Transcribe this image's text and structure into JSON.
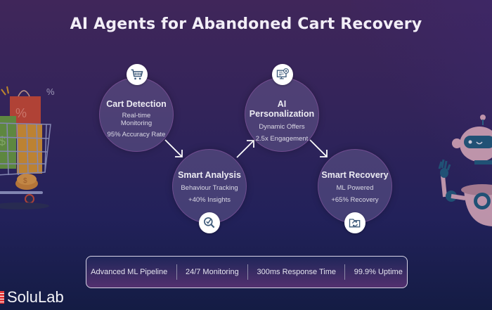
{
  "title": "AI Agents for Abandoned Cart Recovery",
  "nodes": [
    {
      "name": "Cart Detection",
      "lines": [
        "Real-time",
        "Monitoring",
        "95% Accuracy Rate"
      ],
      "icon": "shopping-cart-icon"
    },
    {
      "name": "Smart Analysis",
      "lines": [
        "Behaviour Tracking",
        "+40% Insights"
      ],
      "icon": "magnifier-check-icon"
    },
    {
      "name": "AI Personalization",
      "lines": [
        "Dynamic Offers",
        "2.5x Engagement"
      ],
      "icon": "monitor-settings-icon"
    },
    {
      "name": "Smart Recovery",
      "lines": [
        "ML Powered",
        "+65% Recovery"
      ],
      "icon": "folder-sync-icon"
    }
  ],
  "stats": [
    "Advanced ML Pipeline",
    "24/7 Monitoring",
    "300ms Response Time",
    "99.9% Uptime"
  ],
  "logo": "SoluLab",
  "illustrations": {
    "left": "shopping-cart-with-bags",
    "right": "waving-robot"
  },
  "colors": {
    "icon": "#3d5a7a",
    "text": "#ecebf3",
    "bg_top": "#40265a",
    "bg_bottom": "#141c44"
  }
}
